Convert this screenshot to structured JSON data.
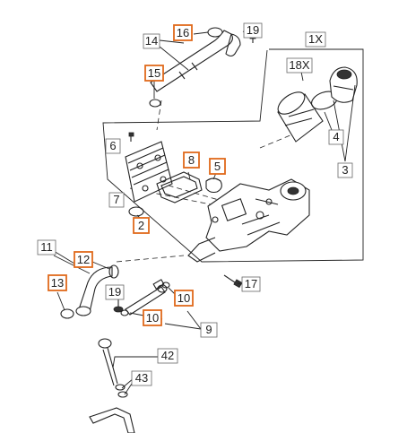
{
  "diagram": {
    "highlight_color": "#e06a1b",
    "labels": {
      "l1x": "1X",
      "l2": "2",
      "l3": "3",
      "l4": "4",
      "l5": "5",
      "l6": "6",
      "l7": "7",
      "l8": "8",
      "l9": "9",
      "l10a": "10",
      "l10b": "10",
      "l11": "11",
      "l12": "12",
      "l13": "13",
      "l14": "14",
      "l15": "15",
      "l16": "16",
      "l17": "17",
      "l18x": "18X",
      "l19a": "19",
      "l19b": "19",
      "l42": "42",
      "l43": "43"
    },
    "highlighted": [
      "l2",
      "l5",
      "l8",
      "l10a",
      "l10b",
      "l12",
      "l13",
      "l15",
      "l16"
    ]
  }
}
